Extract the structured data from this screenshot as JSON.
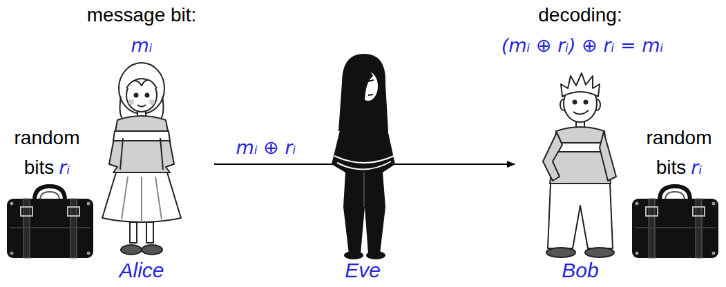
{
  "diagram": {
    "nodes": [
      {
        "text": [
          "Alice"
        ]
      },
      {
        "text": [
          "Eve"
        ]
      },
      {
        "text": [
          "Bob"
        ]
      }
    ],
    "edges": [
      {
        "from": 0,
        "to": 2,
        "arrow": "to",
        "label": "mᵢ ⊕ rᵢ"
      }
    ],
    "labels": [
      "message bit:",
      "mᵢ",
      "random bits",
      "rᵢ",
      "decoding:",
      "(mᵢ ⊕ rᵢ) ⊕ rᵢ = mᵢ",
      "random bits",
      "rᵢ"
    ]
  }
}
